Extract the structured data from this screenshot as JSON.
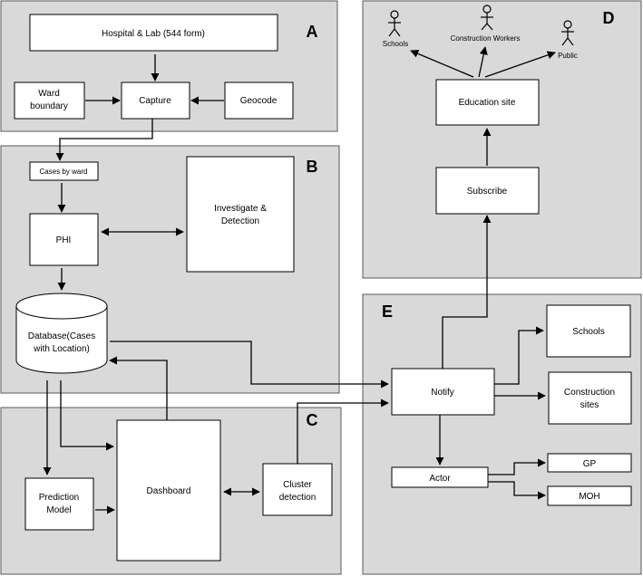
{
  "panels": {
    "a": {
      "label": "A"
    },
    "b": {
      "label": "B"
    },
    "c": {
      "label": "C"
    },
    "d": {
      "label": "D"
    },
    "e": {
      "label": "E"
    }
  },
  "nodes": {
    "hospital_lab": "Hospital & Lab (544 form)",
    "ward_boundary": [
      "Ward",
      "boundary"
    ],
    "capture": "Capture",
    "geocode": "Geocode",
    "cases_by_ward": "Cases by ward",
    "phi": "PHI",
    "investigate_detection": [
      "Investigate &",
      "Detection"
    ],
    "database": [
      "Database(Cases",
      "with Location)"
    ],
    "prediction_model": [
      "Prediction",
      "Model"
    ],
    "dashboard": "Dashboard",
    "cluster_detection": [
      "Cluster",
      "detection"
    ],
    "schools_actor": "Schools",
    "construction_workers_actor": "Construction Workers",
    "public_actor": "Public",
    "education_site": "Education site",
    "subscribe": "Subscribe",
    "notify": "Notify",
    "schools": "Schools",
    "construction_sites": [
      "Construction",
      "sites"
    ],
    "actor": "Actor",
    "gp": "GP",
    "moh": "MOH"
  }
}
